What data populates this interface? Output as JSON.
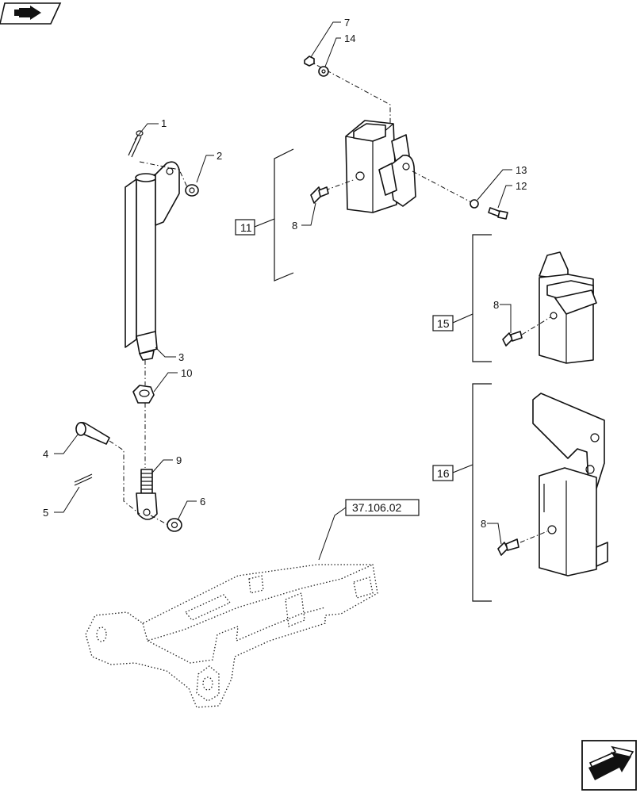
{
  "callouts": {
    "c1": "1",
    "c2": "2",
    "c3": "3",
    "c4": "4",
    "c5": "5",
    "c6": "6",
    "c7": "7",
    "c8a": "8",
    "c8b": "8",
    "c8c": "8",
    "c9": "9",
    "c10": "10",
    "c12": "12",
    "c13": "13",
    "c14": "14"
  },
  "groups": {
    "g11": "11",
    "g15": "15",
    "g16": "16"
  },
  "reference": {
    "label": "37.106.02"
  },
  "icons": {
    "top_left": "previous-page-arrow-icon",
    "bottom_right": "next-page-arrow-icon"
  }
}
